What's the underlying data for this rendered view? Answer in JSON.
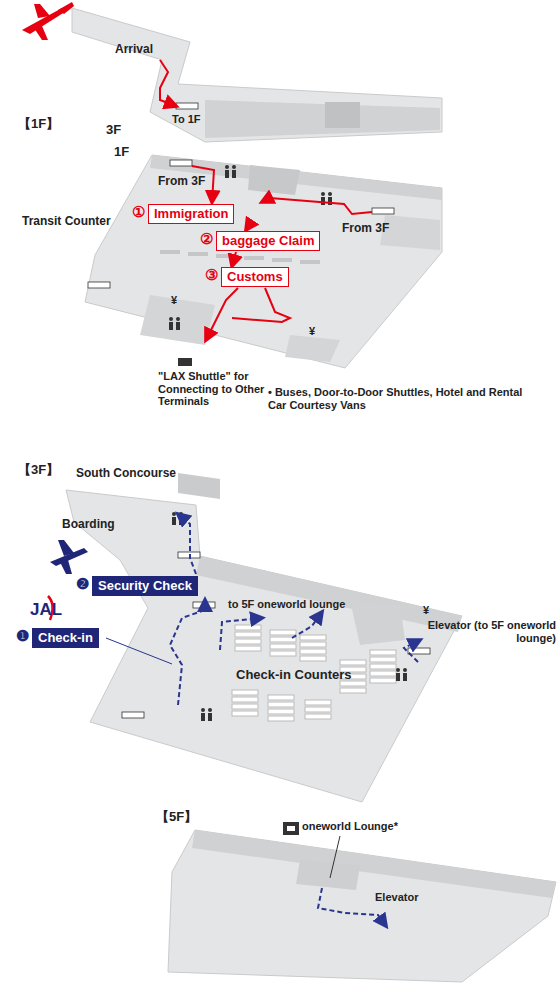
{
  "diagram": {
    "nodes": [
      {
        "text": [
          "①",
          "Immigration"
        ]
      },
      {
        "text": [
          "②",
          "baggage Claim"
        ]
      },
      {
        "text": [
          "③",
          "Customs"
        ]
      },
      {
        "text": [
          "❷",
          "Security Check"
        ]
      },
      {
        "text": [
          "❶",
          "Check-in"
        ]
      }
    ],
    "labels": [
      "Arrival",
      "To 1F",
      "【1F】",
      "3F",
      "1F",
      "From 3F",
      "From 3F",
      "Transit Counter",
      "¥",
      "¥",
      "\"LAX Shuttle\" for Connecting to Other Terminals",
      "• Buses, Door-to-Door Shuttles, Hotel and Rental Car Courtesy Vans",
      "【3F】",
      "South Concourse",
      "Boarding",
      "JAL",
      "to 5F oneworld lounge",
      "¥",
      "Elevator (to 5F oneworld lounge)",
      "Check-in Counters",
      "【5F】",
      "oneworld Lounge*",
      "Elevator"
    ]
  }
}
